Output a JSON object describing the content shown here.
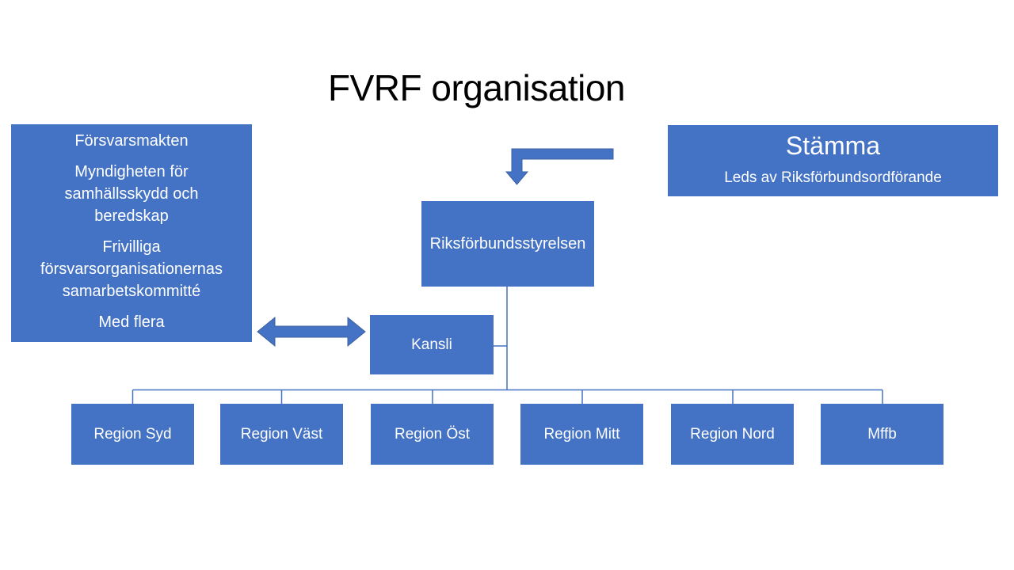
{
  "title": "FVRF organisation",
  "colors": {
    "accent": "#4472C4",
    "arrow_border": "#3C619F",
    "connector": "#4472C4",
    "text_on_accent": "#FFFFFF",
    "title_color": "#000000",
    "background": "#FFFFFF"
  },
  "external_box": {
    "items": [
      "Försvarsmakten",
      "Myndigheten för\nsamhällsskydd och\nberedskap",
      "Frivilliga\nförsvarsorganisationernas\nsamarbetskommitté",
      "Med flera"
    ]
  },
  "stamma": {
    "title": "Stämma",
    "subtitle": "Leds av Riksförbundsordförande"
  },
  "board": {
    "label": "Riksförbundsstyrelsen"
  },
  "kansli": {
    "label": "Kansli"
  },
  "regions": [
    {
      "label": "Region Syd"
    },
    {
      "label": "Region Väst"
    },
    {
      "label": "Region Öst"
    },
    {
      "label": "Region Mitt"
    },
    {
      "label": "Region Nord"
    },
    {
      "label": "Mffb"
    }
  ],
  "icons": {
    "elbow_arrow": "down-elbow-arrow",
    "double_arrow": "left-right-double-arrow"
  }
}
